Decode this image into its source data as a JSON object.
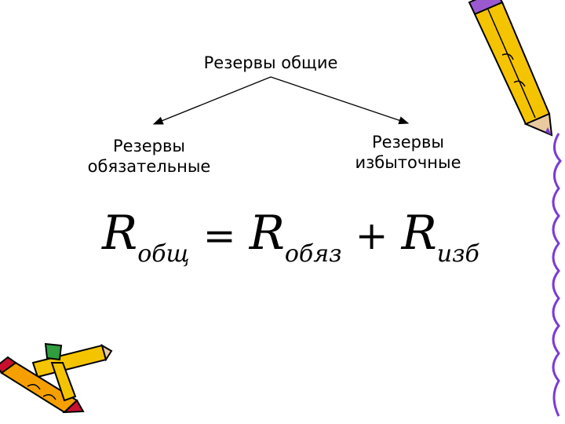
{
  "diagram": {
    "root": "Резервы общие",
    "left_child": "Резервы\nобязательные",
    "right_child": "Резервы\nизбыточные"
  },
  "formula": {
    "lhs": "R",
    "lhs_sub": "общ",
    "eq": "=",
    "term1": "R",
    "term1_sub": "обяз",
    "plus": "+",
    "term2": "R",
    "term2_sub": "изб"
  },
  "decor": {
    "pencil_color": "#f5c400",
    "pencil_outline": "#000000",
    "squiggle_color": "#7a3cd6",
    "tip_color": "#c8102e",
    "cap_color": "#2e9e3e"
  }
}
